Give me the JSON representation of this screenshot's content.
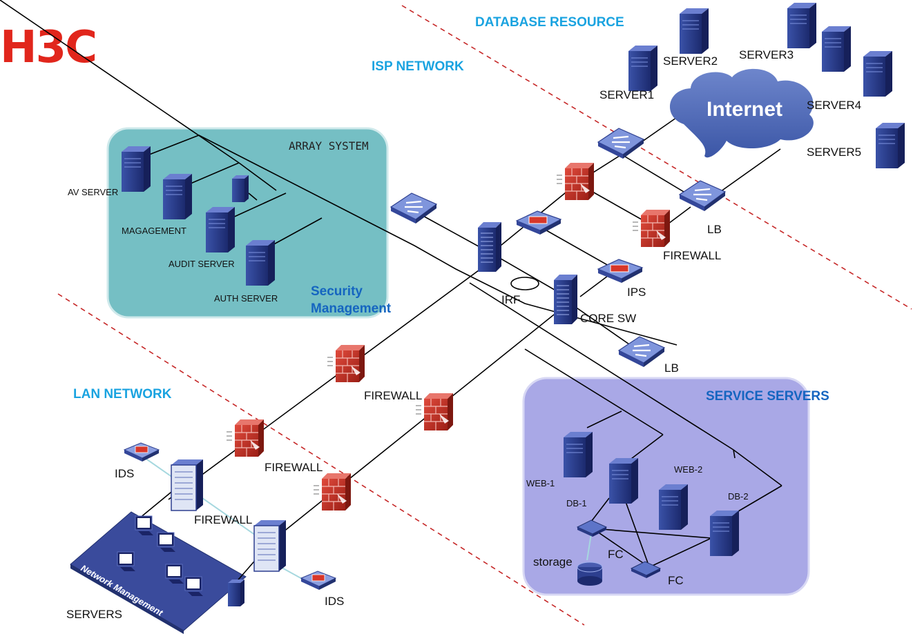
{
  "brand": {
    "logo": "H3C",
    "logo_color": "#e1261c"
  },
  "zones": {
    "database": "DATABASE RESOURCE",
    "isp": "ISP NETWORK",
    "lan": "LAN NETWORK",
    "service": "SERVICE SERVERS",
    "security_line1": "Security",
    "security_line2": "Management",
    "array": "ARRAY SYSTEM",
    "netmgmt": "Network Management"
  },
  "internet": "Internet",
  "servers": {
    "s1": "SERVER1",
    "s2": "SERVER2",
    "s3": "SERVER3",
    "s4": "SERVER4",
    "s5": "SERVER5"
  },
  "security": {
    "av": "AV SERVER",
    "mgmt": "MAGAGEMENT",
    "audit": "AUDIT SERVER",
    "auth": "AUTH SERVER"
  },
  "core": {
    "irf": "IRF",
    "core_sw": "CORE SW",
    "ips": "IPS",
    "lb_top": "LB",
    "lb_mid": "LB",
    "firewall_top": "FIREWALL"
  },
  "lan": {
    "firewall_a": "FIREWALL",
    "firewall_b": "FIREWALL",
    "firewall_c": "FIREWALL",
    "ids_a": "IDS",
    "ids_b": "IDS",
    "servers": "SERVERS"
  },
  "service": {
    "web1": "WEB-1",
    "web2": "WEB-2",
    "db1": "DB-1",
    "db2": "DB-2",
    "storage": "storage",
    "fc1": "FC",
    "fc2": "FC"
  },
  "colors": {
    "security_zone": "#75bfc4",
    "service_zone": "#a9a8e6",
    "device_blue": "#2d3f8f",
    "firewall_red": "#c0392b",
    "zone_text": "#1aa3e0"
  }
}
